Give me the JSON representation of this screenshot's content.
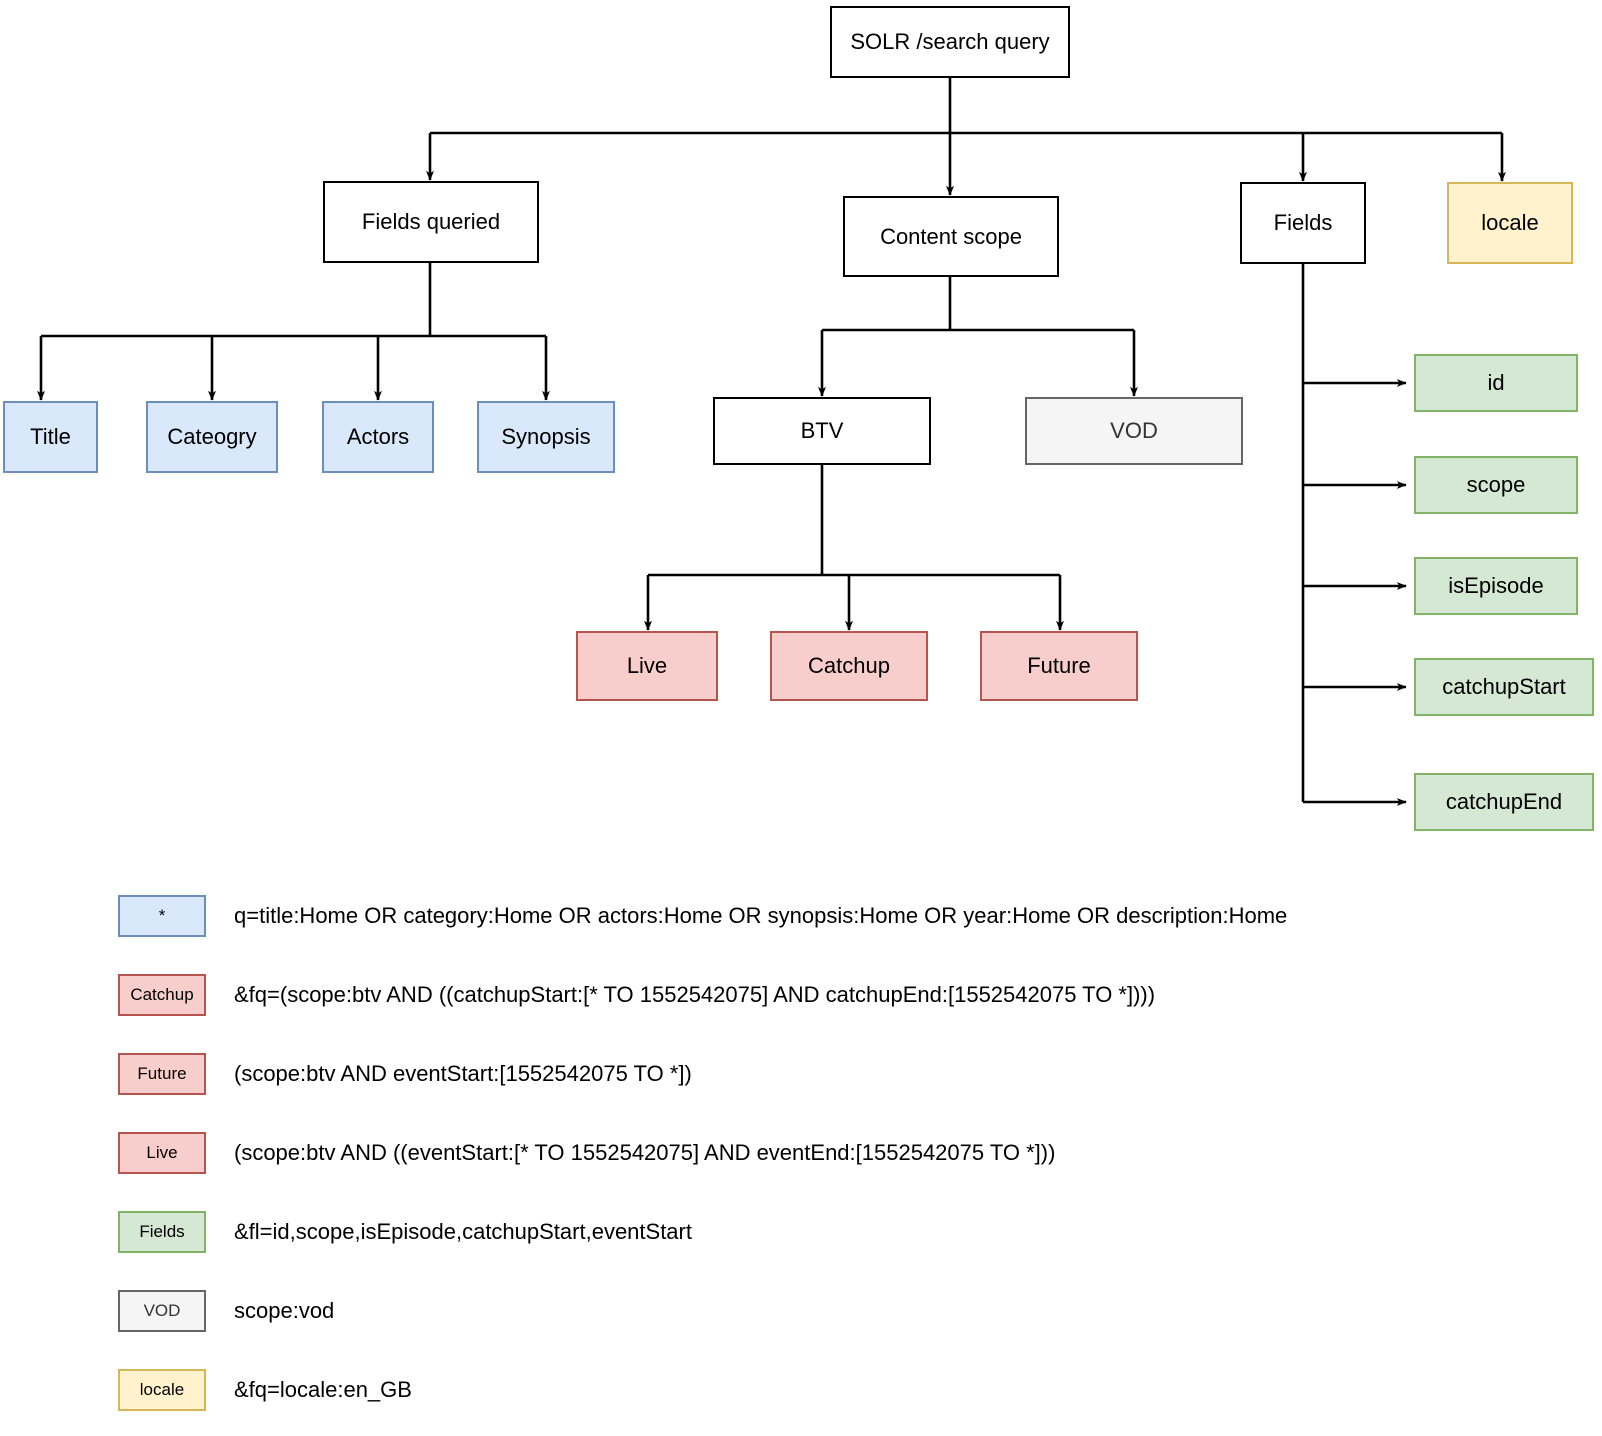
{
  "diagram": {
    "title": "SOLR /search query",
    "root": {
      "label": "SOLR /search query"
    },
    "level1": [
      {
        "label": "Fields queried"
      },
      {
        "label": "Content scope"
      },
      {
        "label": "Fields"
      },
      {
        "label": "locale"
      }
    ],
    "fields_queried_children": [
      {
        "label": "Title"
      },
      {
        "label": "Cateogry"
      },
      {
        "label": "Actors"
      },
      {
        "label": "Synopsis"
      }
    ],
    "content_scope_children": [
      {
        "label": "BTV"
      },
      {
        "label": "VOD"
      }
    ],
    "btv_children": [
      {
        "label": "Live"
      },
      {
        "label": "Catchup"
      },
      {
        "label": "Future"
      }
    ],
    "fields_children": [
      {
        "label": "id"
      },
      {
        "label": "scope"
      },
      {
        "label": "isEpisode"
      },
      {
        "label": "catchupStart"
      },
      {
        "label": "catchupEnd"
      }
    ]
  },
  "legend": {
    "rows": [
      {
        "swatch": "*",
        "style": "blue",
        "text": "q=title:Home OR category:Home OR actors:Home OR synopsis:Home OR year:Home OR description:Home"
      },
      {
        "swatch": "Catchup",
        "style": "red",
        "text": "&fq=(scope:btv AND ((catchupStart:[* TO 1552542075] AND catchupEnd:[1552542075 TO *])))"
      },
      {
        "swatch": "Future",
        "style": "red",
        "text": "(scope:btv AND eventStart:[1552542075 TO *])"
      },
      {
        "swatch": "Live",
        "style": "red",
        "text": "(scope:btv AND ((eventStart:[* TO 1552542075] AND eventEnd:[1552542075 TO *]))"
      },
      {
        "swatch": "Fields",
        "style": "green",
        "text": "&fl=id,scope,isEpisode,catchupStart,eventStart"
      },
      {
        "swatch": "VOD",
        "style": "gray",
        "text": "scope:vod"
      },
      {
        "swatch": "locale",
        "style": "yellow",
        "text": "&fq=locale:en_GB"
      }
    ]
  },
  "colors": {
    "blue_fill": "#dae8fc",
    "blue_stroke": "#6c8ebf",
    "red_fill": "#f8cecc",
    "red_stroke": "#b85450",
    "green_fill": "#d5e8d4",
    "green_stroke": "#82b366",
    "yellow_fill": "#fff2cc",
    "yellow_stroke": "#d6b656",
    "gray_fill": "#f5f5f5",
    "gray_stroke": "#666666",
    "edge": "#000000"
  }
}
